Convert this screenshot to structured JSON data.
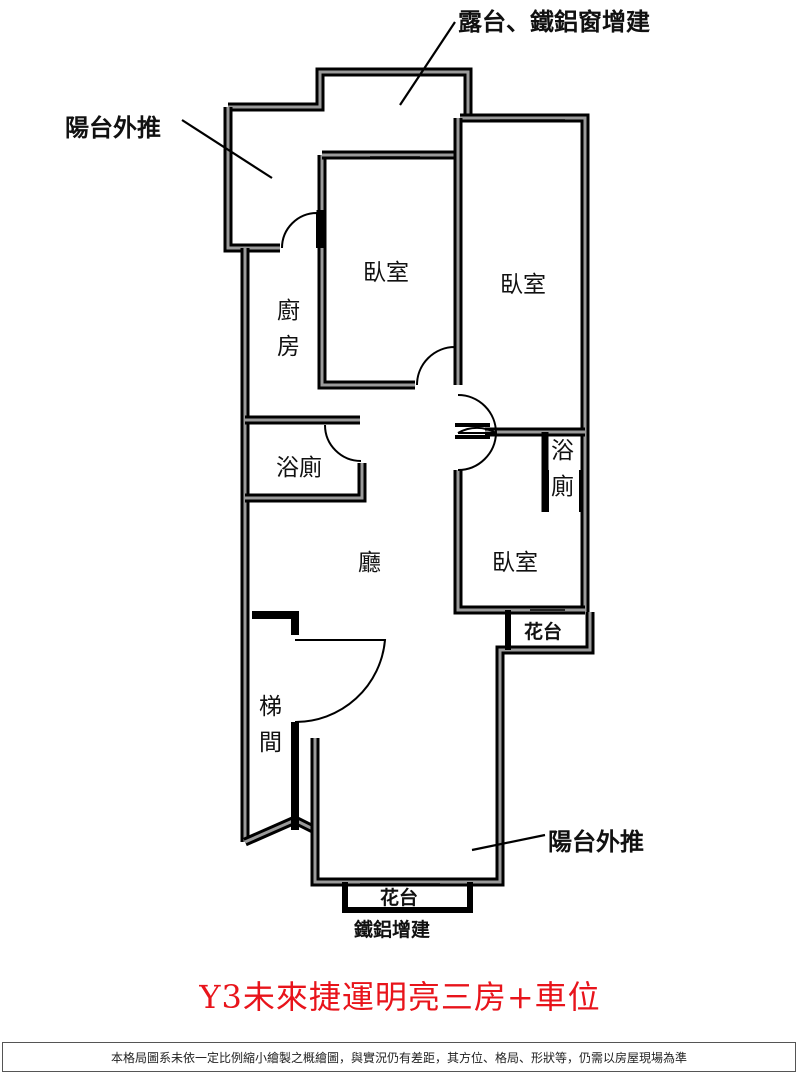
{
  "annotations": {
    "rooftop_note": "露台、鐵鋁窗增建",
    "balcony_top_note": "陽台外推",
    "balcony_bottom_note": "陽台外推",
    "iron_window_note": "鐵鋁增建"
  },
  "rooms": {
    "bedroom_center": "臥室",
    "bedroom_right": "臥室",
    "bedroom_lower": "臥室",
    "kitchen_1": "廚",
    "kitchen_2": "房",
    "bath_left": "浴廁",
    "bath_right_1": "浴",
    "bath_right_2": "廁",
    "living": "廳",
    "planter_right": "花台",
    "planter_bottom": "花台",
    "stairs_1": "梯",
    "stairs_2": "間"
  },
  "title": "Y3未來捷運明亮三房+車位",
  "disclaimer": "本格局圖系未依一定比例縮小繪製之概繪圖，與實況仍有差距，其方位、格局、形狀等，仍需以房屋現場為準"
}
